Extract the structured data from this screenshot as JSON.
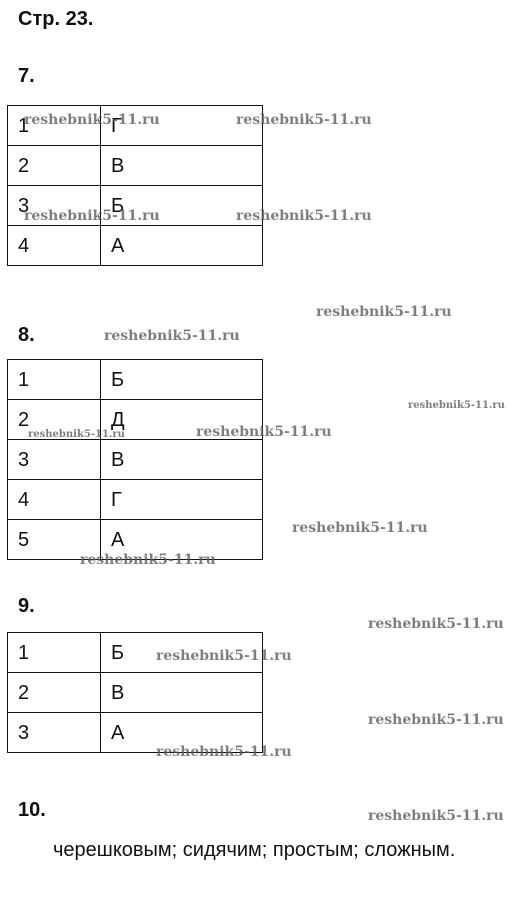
{
  "page": {
    "title": "Стр. 23."
  },
  "tasks": [
    {
      "number": "7.",
      "rows": [
        {
          "num": "1",
          "answer": "Г"
        },
        {
          "num": "2",
          "answer": "В"
        },
        {
          "num": "3",
          "answer": "Б"
        },
        {
          "num": "4",
          "answer": "А"
        }
      ]
    },
    {
      "number": "8.",
      "rows": [
        {
          "num": "1",
          "answer": "Б"
        },
        {
          "num": "2",
          "answer": "Д"
        },
        {
          "num": "3",
          "answer": "В"
        },
        {
          "num": "4",
          "answer": "Г"
        },
        {
          "num": "5",
          "answer": "А"
        }
      ]
    },
    {
      "number": "9.",
      "rows": [
        {
          "num": "1",
          "answer": "Б"
        },
        {
          "num": "2",
          "answer": "В"
        },
        {
          "num": "3",
          "answer": "А"
        }
      ]
    },
    {
      "number": "10.",
      "text": "черешковым; сидячим; простым; сложным."
    }
  ],
  "watermark": {
    "text": "reshebnik5-11.ru",
    "color": "#5a5a5a"
  }
}
